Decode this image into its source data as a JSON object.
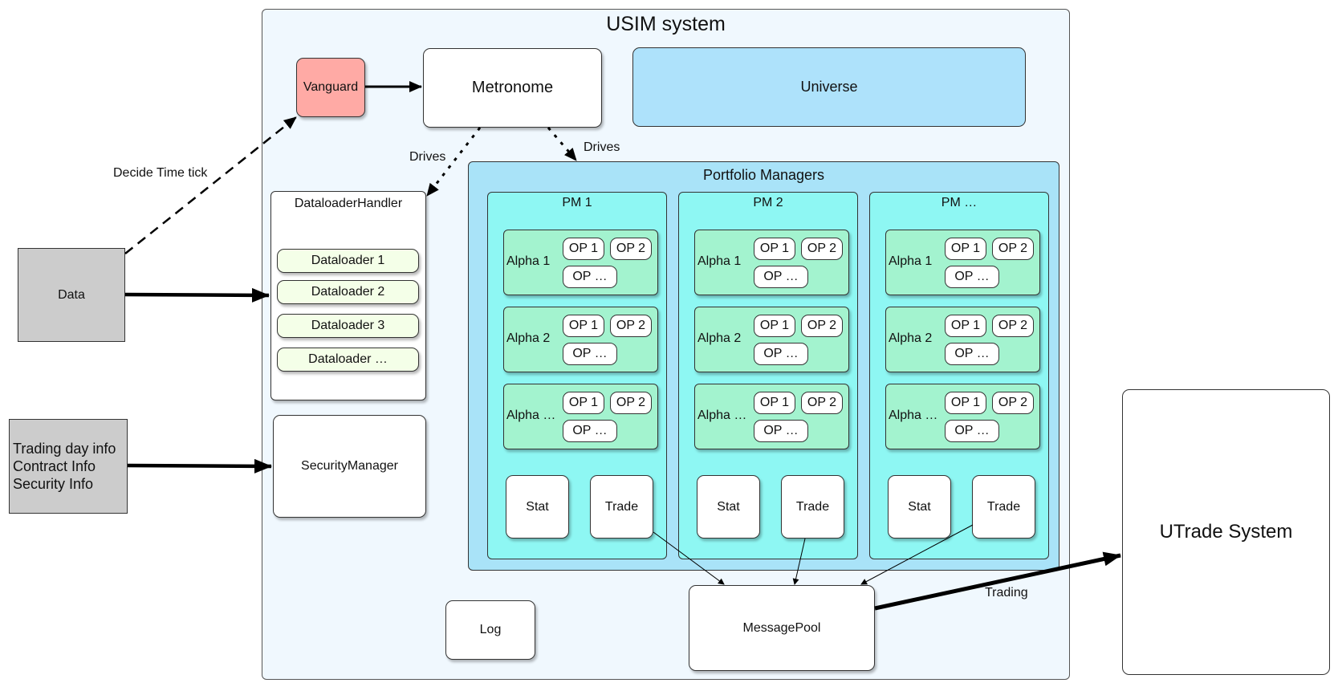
{
  "usim": {
    "title": "USIM system"
  },
  "vanguard": "Vanguard",
  "metronome": "Metronome",
  "universe": "Universe",
  "drives": [
    "Drives",
    "Drives"
  ],
  "decide_time_tick": "Decide Time tick",
  "data": "Data",
  "trading_info": [
    "Trading day info",
    "Contract Info",
    "Security Info"
  ],
  "dataloader_handler": {
    "title": "DataloaderHandler",
    "loaders": [
      "Dataloader 1",
      "Dataloader 2",
      "Dataloader 3",
      "Dataloader …"
    ]
  },
  "security_manager": "SecurityManager",
  "log": "Log",
  "message_pool": "MessagePool",
  "trading": "Trading",
  "utrade": "UTrade System",
  "portfolio_managers": {
    "title": "Portfolio Managers",
    "pms": [
      {
        "title": "PM 1",
        "alphas": [
          "Alpha 1",
          "Alpha 2",
          "Alpha …"
        ],
        "ops": [
          "OP 1",
          "OP 2",
          "OP …"
        ],
        "stat": "Stat",
        "trade": "Trade"
      },
      {
        "title": "PM 2",
        "alphas": [
          "Alpha 1",
          "Alpha 2",
          "Alpha …"
        ],
        "ops": [
          "OP 1",
          "OP 2",
          "OP …"
        ],
        "stat": "Stat",
        "trade": "Trade"
      },
      {
        "title": "PM …",
        "alphas": [
          "Alpha 1",
          "Alpha 2",
          "Alpha …"
        ],
        "ops": [
          "OP 1",
          "OP 2",
          "OP …"
        ],
        "stat": "Stat",
        "trade": "Trade"
      }
    ]
  },
  "colors": {
    "usim_bg": "#f0f8fe",
    "vanguard": "#ffaaa5",
    "universe": "#aee2fb",
    "portfolio": "#a9e3f8",
    "pm": "#8ef7f3",
    "alpha": "#a3f3cf",
    "dataloader": "#f4ffe8",
    "gray": "#cccccc"
  }
}
